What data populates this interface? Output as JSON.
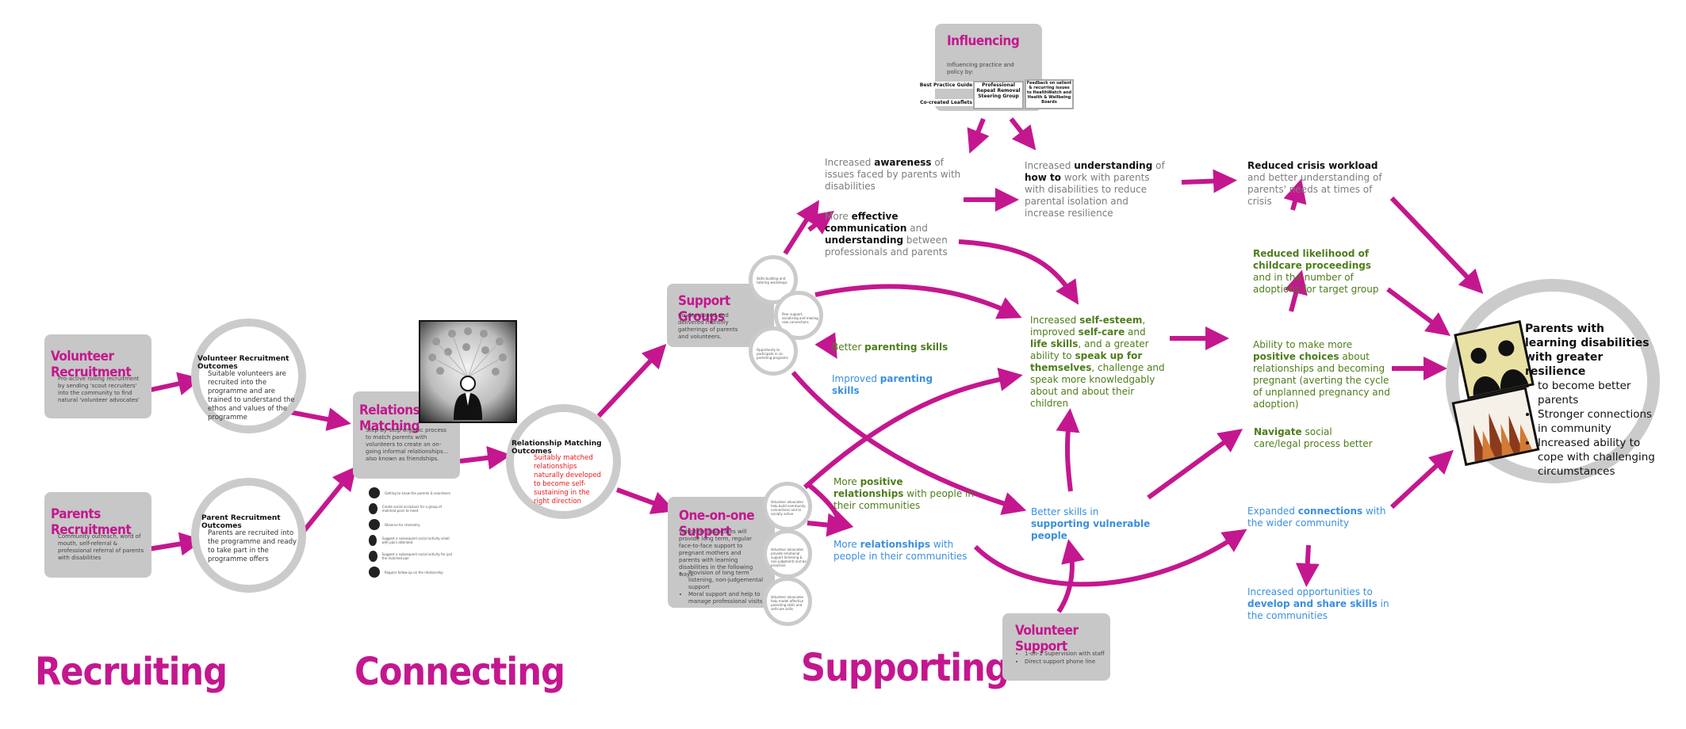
{
  "sections": {
    "recruiting": "Recruiting",
    "connecting": "Connecting",
    "supporting": "Supporting"
  },
  "volunteer_recruitment": {
    "title": "Volunteer Recruitment",
    "body": "Pro-active rolling recruitment by sending 'scout recruiters' into the community to find natural 'volunteer advocates'"
  },
  "parents_recruitment": {
    "title": "Parents Recruitment",
    "body": "Community outreach, word of mouth, self-referral & professional referral of parents with disabilities"
  },
  "volunteer_outcomes": {
    "title": "Volunteer Recruitment Outcomes",
    "body": "Suitable volunteers are recruited into the programme and are trained to understand the ethos and values of the programme"
  },
  "parent_outcomes": {
    "title": "Parent Recruitment Outcomes",
    "body": "Parents are recruited into the programme and ready to take part in the programme offers"
  },
  "relationship_matching": {
    "title": "Relationship Matching",
    "body": "Step-by-step organic process to match parents with volunteers to create an on-going informal relationships…also known as friendships.",
    "steps": [
      "Getting to know the parents & volunteers",
      "Create social occasions for a group of matched pairs to meet",
      "Observe for chemistry",
      "Suggest a subsequent social activity small with pairs attended",
      "Suggest a subsequent social activity for just the matched pair",
      "Regular follow-up on the relationship"
    ]
  },
  "matching_outcomes": {
    "title": "Relationship Matching Outcomes",
    "body": "Suitably matched relationships naturally developed to become self-sustaining in the right direction"
  },
  "support_groups": {
    "title": "Support Groups",
    "body": "Co-developed and delivered monthly gatherings of parents and volunteers.",
    "circles": [
      "Skills building and tutoring workshops",
      "Peer support, socialising and making new connections",
      "Opportunity to participate in co-parenting programs"
    ]
  },
  "one_on_one": {
    "title": "One-on-one Support",
    "body": "Volunteer advocates will provide long term, regular face-to-face support to pregnant mothers and parents with learning disabilities in the following ways:",
    "bullets": [
      "Provision of long term listening, non-judgemental support",
      "Moral support and help to manage professional visits"
    ],
    "circles": [
      "Volunteer advocates help build community connections and to socially active",
      "Volunteer advocates provide emotional support (listening & non-judgment) and be proactive",
      "Volunteer advocates help model effective parenting skills and self-care skills"
    ]
  },
  "influencing": {
    "title": "Influencing",
    "body": "Influencing practice and policy by:",
    "items": [
      "Best Practice Guide",
      "Co-created Leaflets",
      "Professional Repeat Removal Steering Group",
      "Feedback on salient & recurring issues to HealthWatch and Health & Wellbeing Boards"
    ]
  },
  "volunteer_support": {
    "title": "Volunteer Support",
    "bullets": [
      "1-on-1 Supervision with staff",
      "Direct support phone line"
    ]
  },
  "outcomes": {
    "awareness": {
      "pre": "Increased ",
      "bold": "awareness",
      "post": " of issues faced by parents with disabilities"
    },
    "communication": {
      "pre": "More ",
      "bold": "effective communication",
      "mid": " and ",
      "bold2": "understanding",
      "post": " between professionals and parents"
    },
    "understanding": {
      "pre": "Increased ",
      "bold": "understanding",
      "mid": " of ",
      "bold2": "how to",
      "post": " work with parents with disabilities to reduce parental isolation and increase resilience"
    },
    "crisis": {
      "bold": "Reduced crisis workload",
      "post": " and better understanding of parents' needs at times of crisis"
    },
    "parenting": {
      "pre": "Better ",
      "bold": "parenting skills"
    },
    "improved_parenting": {
      "pre": "Improved ",
      "bold": "parenting skills"
    },
    "self_esteem": {
      "pre": "Increased ",
      "b1": "self-esteem",
      "m1": ", improved ",
      "b2": "self-care",
      "m2": " and ",
      "b3": "life skills",
      "m3": ", and a greater ability to ",
      "b4": "speak up for themselves",
      "post": ", challenge and speak more knowledgably about and about their children"
    },
    "childcare": {
      "bold": "Reduced likelihood of childcare proceedings",
      "post": " and in the number of adoptions for target group"
    },
    "choices": {
      "pre": "Ability to make more ",
      "bold": "positive choices",
      "post": " about relationships and becoming pregnant (averting the cycle of unplanned pregnancy and adoption)"
    },
    "navigate": {
      "bold": "Navigate",
      "post": " social care/legal process better"
    },
    "positive_rel": {
      "pre": "More ",
      "bold": "positive relationships",
      "post": " with people in their communities"
    },
    "more_rel": {
      "pre": "More ",
      "bold": "relationships",
      "post": " with people in their communities"
    },
    "supporting_people": {
      "pre": "Better skills in ",
      "bold": "supporting vulnerable people"
    },
    "connections": {
      "pre": "Expanded ",
      "bold": "connections",
      "post": " with the wider community"
    },
    "develop": {
      "pre": "Increased opportunities to ",
      "bold": "develop and share skills",
      "post": " in the communities"
    }
  },
  "final": {
    "title": "Parents with learning disabilities with greater resilience",
    "bullets": [
      "to become better parents",
      "Stronger connections in community",
      "Increased ability to cope with challenging circumstances"
    ]
  },
  "colors": {
    "magenta": "#c4178f",
    "grey_box": "#c7c7c7",
    "green": "#4e7d1a",
    "blue": "#3a8fe0",
    "red": "#e8191b"
  }
}
